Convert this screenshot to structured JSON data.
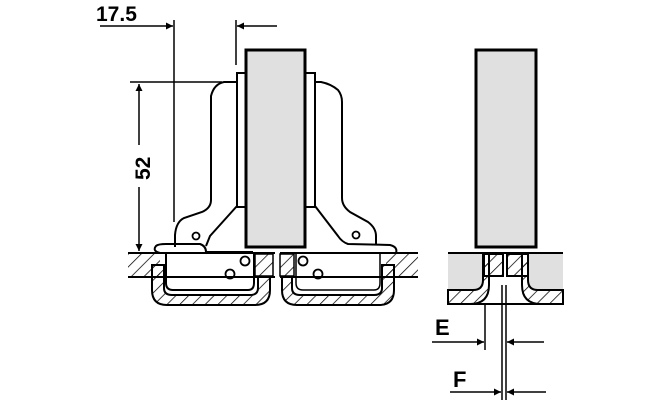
{
  "dimensions": {
    "overlay": "17.5",
    "height": "52",
    "gap_e": "E",
    "gap_f": "F"
  },
  "colors": {
    "door_fill": "#e0e0e0",
    "line": "#000000",
    "background": "#ffffff"
  }
}
